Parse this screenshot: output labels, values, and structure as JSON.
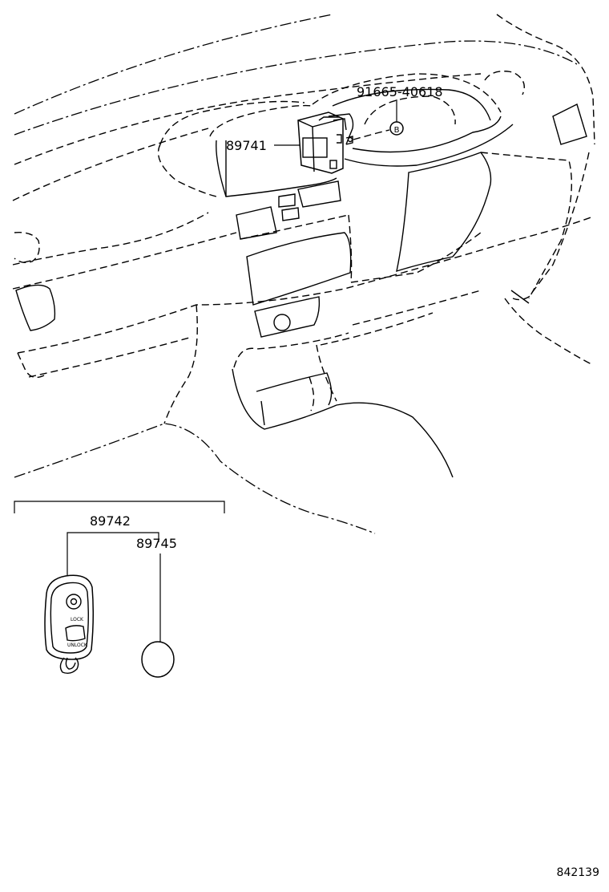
{
  "callouts": {
    "receiver": "89741",
    "screw": "91665-40618",
    "screw_marker": "B",
    "transmitter_assy": "89742",
    "battery": "89745"
  },
  "key_fob": {
    "lock_text": "LOCK",
    "unlock_text": "UNLOCK"
  },
  "diagram_code": "842139"
}
